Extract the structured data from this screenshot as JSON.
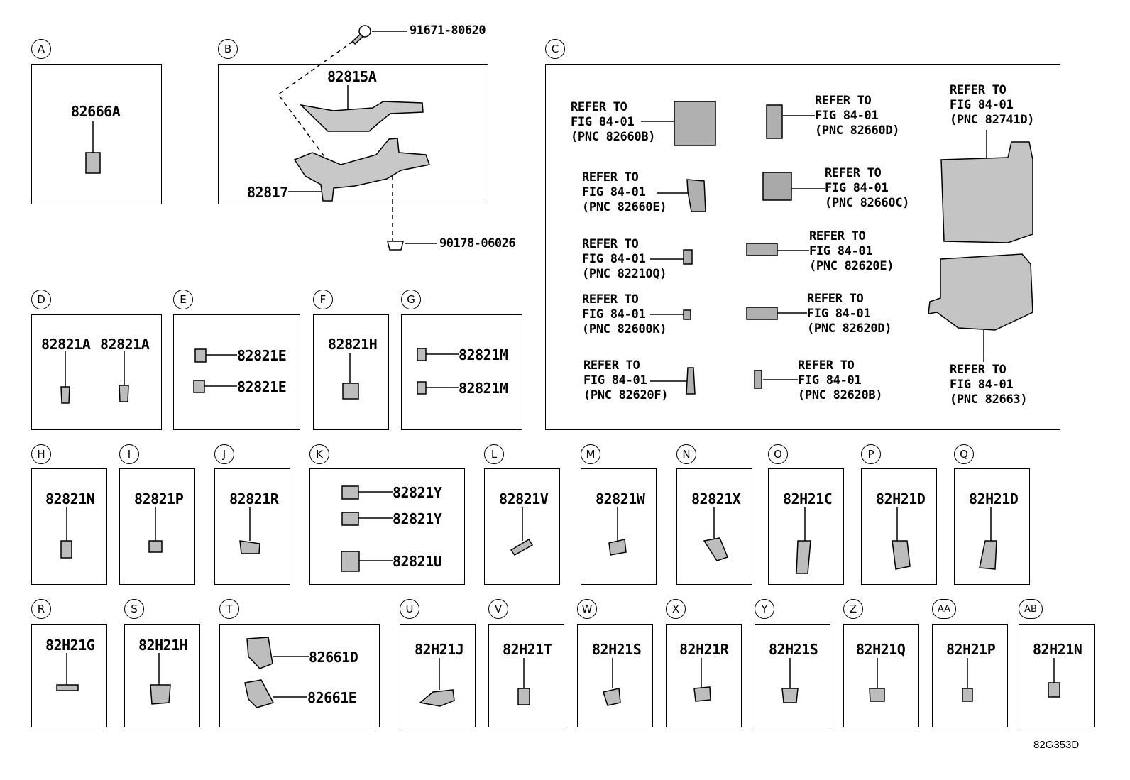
{
  "groups": {
    "A": "A",
    "B": "B",
    "C": "C",
    "D": "D",
    "E": "E",
    "F": "F",
    "G": "G",
    "H": "H",
    "I": "I",
    "J": "J",
    "K": "K",
    "L": "L",
    "M": "M",
    "N": "N",
    "O": "O",
    "P": "P",
    "Q": "Q",
    "R": "R",
    "S": "S",
    "T": "T",
    "U": "U",
    "V": "V",
    "W": "W",
    "X": "X",
    "Y": "Y",
    "Z": "Z",
    "AA": "AA",
    "AB": "AB"
  },
  "parts": {
    "a": "82666A",
    "b_screw": "91671-80620",
    "b_upper": "82815A",
    "b_lower": "82817",
    "b_nut": "90178-06026",
    "d1": "82821A",
    "d2": "82821A",
    "e1": "82821E",
    "e2": "82821E",
    "f": "82821H",
    "g1": "82821M",
    "g2": "82821M",
    "h": "82821N",
    "i": "82821P",
    "j": "82821R",
    "k1": "82821Y",
    "k2": "82821Y",
    "k3": "82821U",
    "l": "82821V",
    "m": "82821W",
    "n": "82821X",
    "o": "82H21C",
    "p": "82H21D",
    "q": "82H21D",
    "r": "82H21G",
    "s": "82H21H",
    "t1": "82661D",
    "t2": "82661E",
    "u": "82H21J",
    "v": "82H21T",
    "w": "82H21S",
    "x": "82H21R",
    "y": "82H21S",
    "z": "82H21Q",
    "aa": "82H21P",
    "ab": "82H21N"
  },
  "refs": {
    "r1": [
      "REFER TO",
      "FIG 84-01",
      "(PNC 82660B)"
    ],
    "r2": [
      "REFER TO",
      "FIG 84-01",
      "(PNC 82660D)"
    ],
    "r3": [
      "REFER TO",
      "FIG 84-01",
      "(PNC 82741D)"
    ],
    "r4": [
      "REFER TO",
      "FIG 84-01",
      "(PNC 82660E)"
    ],
    "r5": [
      "REFER TO",
      "FIG 84-01",
      "(PNC 82660C)"
    ],
    "r6": [
      "REFER TO",
      "FIG 84-01",
      "(PNC 82210Q)"
    ],
    "r7": [
      "REFER TO",
      "FIG 84-01",
      "(PNC 82620E)"
    ],
    "r8": [
      "REFER TO",
      "FIG 84-01",
      "(PNC 82600K)"
    ],
    "r9": [
      "REFER TO",
      "FIG 84-01",
      "(PNC 82620D)"
    ],
    "r10": [
      "REFER TO",
      "FIG 84-01",
      "(PNC 82620F)"
    ],
    "r11": [
      "REFER TO",
      "FIG 84-01",
      "(PNC 82620B)"
    ],
    "r12": [
      "REFER TO",
      "FIG 84-01",
      "(PNC 82663)"
    ]
  },
  "footer": "82G353D"
}
